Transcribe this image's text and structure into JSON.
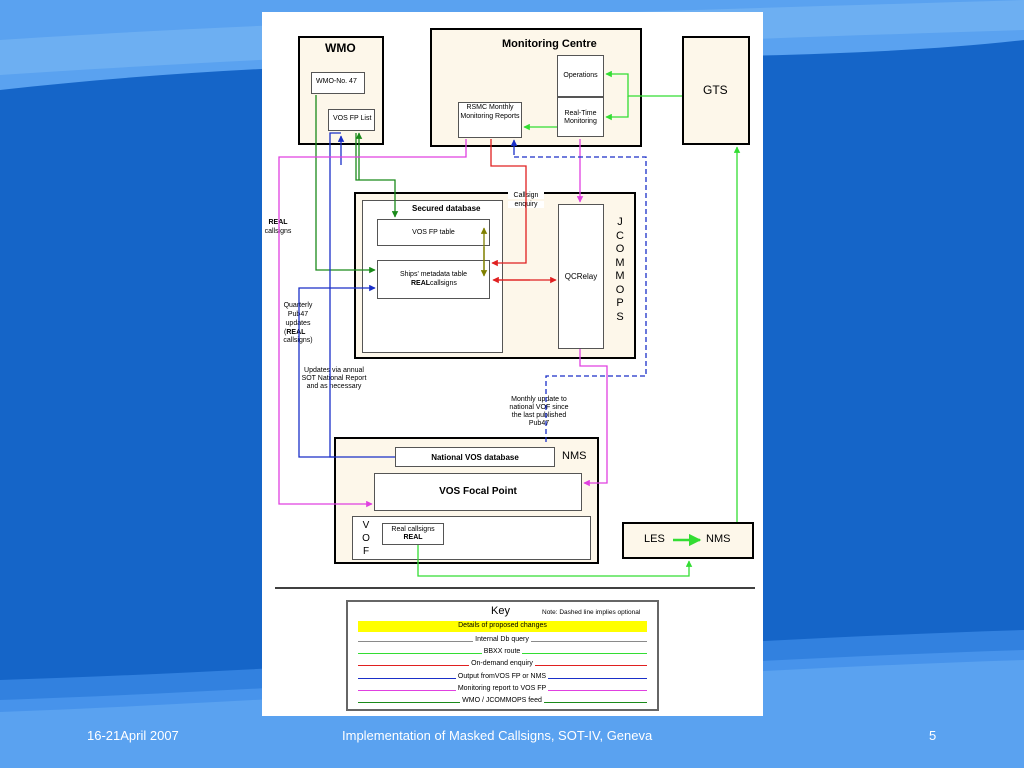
{
  "diagram": {
    "wmo": {
      "title": "WMO",
      "wmo_no47": "WMO-No. 47",
      "vos_fp_list": "VOS FP List"
    },
    "monitoring_centre": {
      "title": "Monitoring Centre",
      "rsmc_line1": "RSMC Monthly",
      "rsmc_line2": "Monitoring Reports",
      "operations": "Operations",
      "rt_line1": "Real-Time",
      "rt_line2": "Monitoring"
    },
    "gts": "GTS",
    "real_callsigns_label": {
      "line1": "REAL",
      "line2": "callsigns"
    },
    "callsign_enquiry": {
      "line1": "Callsign",
      "line2": "enquiry"
    },
    "jcommops": {
      "letters": [
        "J",
        "C",
        "O",
        "M",
        "M",
        "O",
        "P",
        "S"
      ],
      "secured_database": "Secured database",
      "vos_fp_table": "VOS FP table",
      "ships_meta_line1": "Ships' metadata table",
      "ships_meta_bold": "REAL",
      "ships_meta_rest": "callsigns",
      "qcrelay": "QCRelay"
    },
    "quarterly": {
      "line1": "Quarterly",
      "line2": "Pub47",
      "line3": "updates",
      "line4_bold": "REAL",
      "line5": "callsigns)"
    },
    "updates_annual": {
      "line1": "Updates via annual",
      "line2": "SOT National Report",
      "line3": "and as necessary"
    },
    "monthly_update": {
      "line1": "Monthly update to",
      "line2": "national VOF since",
      "line3": "the last published",
      "line4": "Pub47"
    },
    "nms": {
      "title": "NMS",
      "national_vos_db": "National VOS database",
      "vos_focal_point": "VOS Focal Point"
    },
    "vof": {
      "letters": [
        "V",
        "O",
        "F"
      ],
      "real_callsigns": "Real callsigns",
      "real_bold": "REAL"
    },
    "les_nms": {
      "les": "LES",
      "nms": "NMS"
    },
    "key": {
      "title": "Key",
      "note": "Note: Dashed line implies optional",
      "highlight": "Details of proposed changes",
      "items": [
        {
          "label": "Internal Db query",
          "color": "#8a8a8a"
        },
        {
          "label": "BBXX route",
          "color": "#33dd33"
        },
        {
          "label": "On-demand enquiry",
          "color": "#e02020"
        },
        {
          "label": "Output fromVOS FP  or NMS",
          "color": "#1a2fc8"
        },
        {
          "label": "Monitoring report to VOS FP",
          "color": "#e040e0"
        },
        {
          "label": "WMO / JCOMMOPS feed",
          "color": "#1a8a1a"
        }
      ]
    }
  },
  "footer": {
    "date": "16-21April 2007",
    "title": "Implementation of Masked Callsigns, SOT-IV, Geneva",
    "page": "5"
  },
  "colors": {
    "green": "#33dd33",
    "dark_green": "#1a8a1a",
    "red": "#e02020",
    "blue": "#1a2fc8",
    "magenta": "#e040e0",
    "olive": "#808000",
    "gray": "#8a8a8a",
    "highlight": "#ffff00"
  }
}
